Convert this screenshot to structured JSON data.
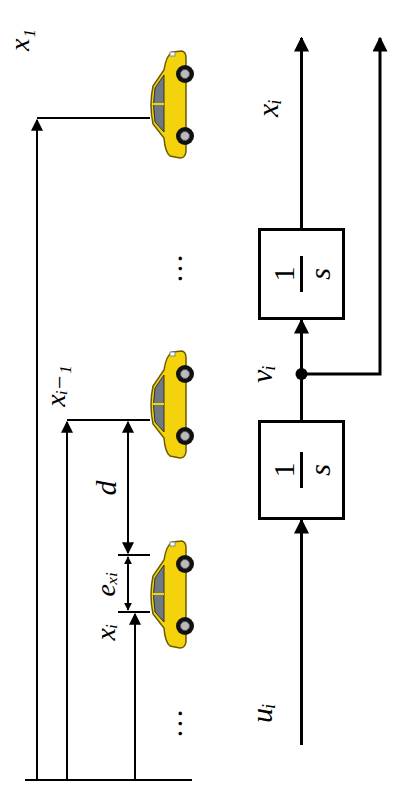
{
  "diagram": {
    "nodes": [
      {
        "text": [
          "1",
          "s"
        ]
      },
      {
        "text": [
          "1",
          "s"
        ]
      }
    ],
    "edges": [
      {
        "from": 0,
        "to": 1,
        "arrow": "to",
        "label": "vᵢ"
      }
    ],
    "labels": [
      "x₁",
      "xᵢ₋₁",
      "d",
      "eₓᵢ",
      "xᵢ",
      "…",
      "…",
      "uᵢ",
      "xᵢ"
    ]
  }
}
